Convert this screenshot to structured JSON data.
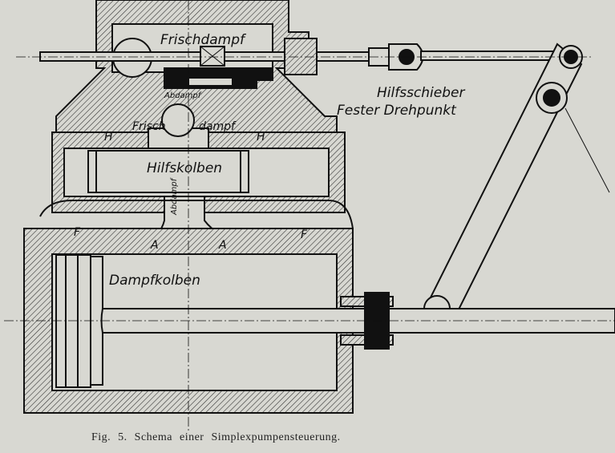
{
  "figure": {
    "caption": "Fig. 5.  Schema einer Simplexpumpensteuerung.",
    "labels": {
      "frischdampf": "Frischdampf",
      "hilfsschieber": "Hilfsschieber",
      "fester_drehpunkt": "Fester Drehpunkt",
      "abdampf_top": "Abdampf",
      "frisch": "Frisch",
      "dampf": "dampf",
      "h_left": "H",
      "h_right": "H",
      "hilfskolben": "Hilfskolben",
      "abdampf_mid": "Abdampf",
      "f_left": "F",
      "f_right": "F",
      "a_left": "A",
      "a_right": "A",
      "dampfkolben": "Dampfkolben"
    }
  }
}
